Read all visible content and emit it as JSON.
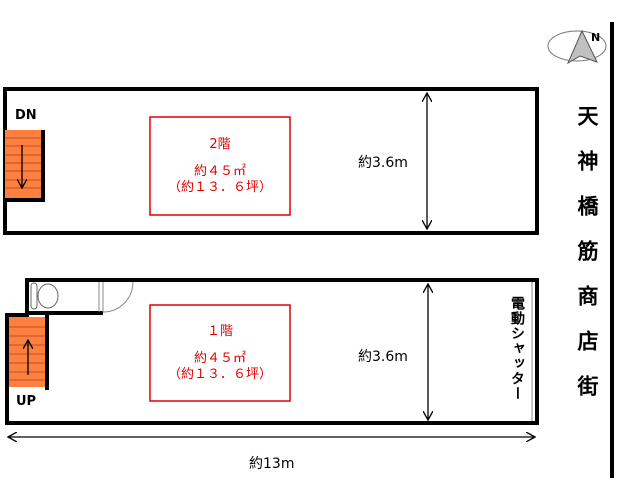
{
  "floor2": {
    "name": "2階",
    "area": "約４５㎡",
    "tsubo": "（約１３．６坪）",
    "stair_label": "DN",
    "width_label": "約3.6m"
  },
  "floor1": {
    "name": "１階",
    "area": "約４５㎡",
    "tsubo": "（約１３．６坪）",
    "stair_label": "UP",
    "width_label": "約3.6m",
    "shutter_label": "電動シャッター"
  },
  "length_label": "約13m",
  "street_label": "天神橋筋商店街",
  "compass_label": "N",
  "colors": {
    "stairs": "#ff7f3f",
    "room_outline": "#e00000",
    "compass": "#c0c0c0"
  }
}
